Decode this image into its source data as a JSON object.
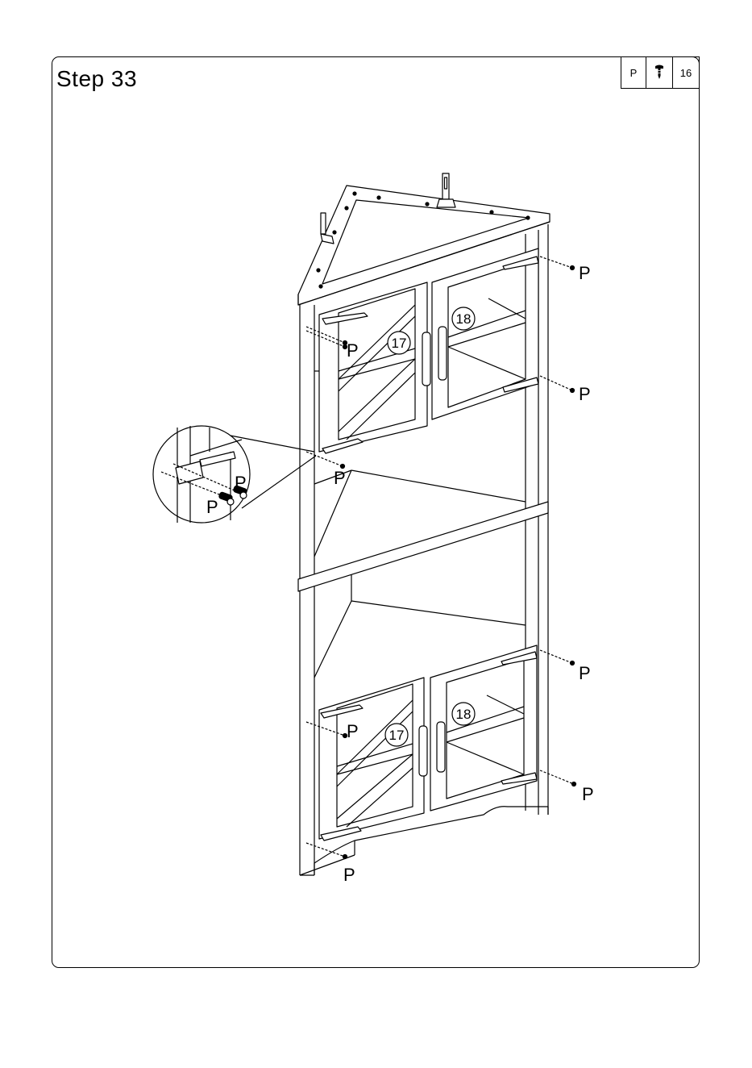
{
  "step": {
    "title": "Step 33"
  },
  "parts": {
    "letter": "P",
    "icon": "screw-icon",
    "quantity": "16"
  },
  "callouts": {
    "hardware": "P",
    "door_left": "17",
    "door_right": "18"
  }
}
